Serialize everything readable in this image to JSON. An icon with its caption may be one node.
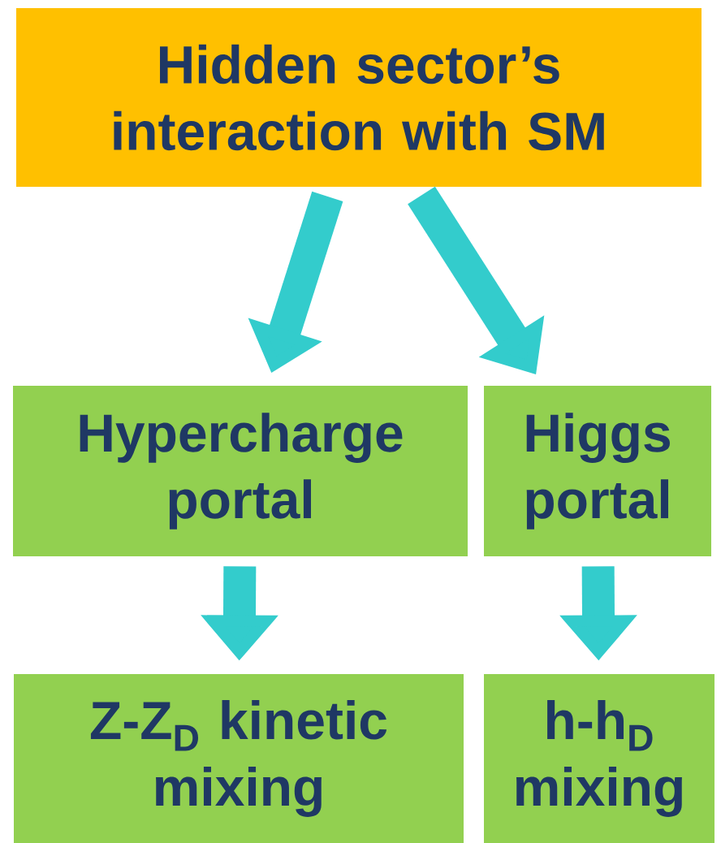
{
  "diagram": {
    "nodes": [
      {
        "text": [
          "Hidden sector’s interaction with SM"
        ]
      },
      {
        "text": [
          "Hypercharge portal"
        ]
      },
      {
        "text": [
          "Higgs portal"
        ]
      },
      {
        "text": [
          "Z-Z$_{D}$ kinetic mixing"
        ]
      },
      {
        "text": [
          "h-h$_{D}$ mixing"
        ]
      }
    ],
    "edges": [
      {
        "from": 0,
        "to": 1,
        "arrow": "to"
      },
      {
        "from": 0,
        "to": 2,
        "arrow": "to"
      },
      {
        "from": 1,
        "to": 3,
        "arrow": "to"
      },
      {
        "from": 2,
        "to": 4,
        "arrow": "to"
      }
    ]
  }
}
